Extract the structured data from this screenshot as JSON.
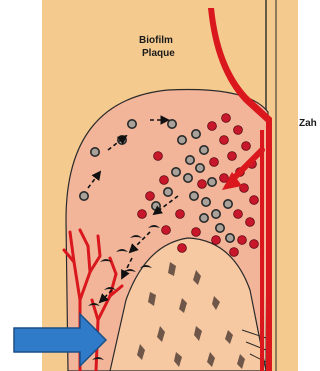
{
  "labels": {
    "biofilm": "Biofilm",
    "plaque": "Plaque",
    "zahn": "Zah"
  },
  "colors": {
    "background": "#f4ca8f",
    "gingiva": "#f2b59a",
    "bone": "#f7c9a2",
    "bone_stipple": "#6e5648",
    "vessel": "#d9171d",
    "neutrophil": "#c8162a",
    "bacterium_fill": "#a8a29a",
    "arrow_blue": "#2f7bc9",
    "outline": "#2a2a2a"
  },
  "icons": {
    "pointer": "blue-block-arrow-icon",
    "direction": "dashed-arrow-icon"
  }
}
